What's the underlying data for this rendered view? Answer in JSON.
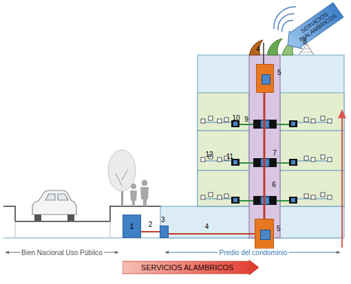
{
  "diagram": {
    "nodes": [
      {
        "text": [
          "1"
        ]
      },
      {
        "text": [
          "3"
        ]
      },
      {
        "text": [
          "5"
        ]
      },
      {
        "text": [
          "5"
        ]
      },
      {
        "text": [
          "SERVICIOS ALAMBRICOS"
        ]
      },
      {
        "text": [
          "SERVICIOS INALAMBRICOS"
        ]
      }
    ],
    "edges": [
      {
        "from": 0,
        "to": 1,
        "label": "2",
        "arrow": "none"
      },
      {
        "from": 1,
        "to": 2,
        "label": "4",
        "arrow": "none"
      },
      {
        "from": 2,
        "to": 3,
        "label": "6",
        "arrow": "none"
      }
    ],
    "labels": [
      "4",
      "8",
      "10",
      "9",
      "12",
      "11",
      "7",
      "Bien Nacional Uso Público",
      "Predio del condominio"
    ]
  }
}
